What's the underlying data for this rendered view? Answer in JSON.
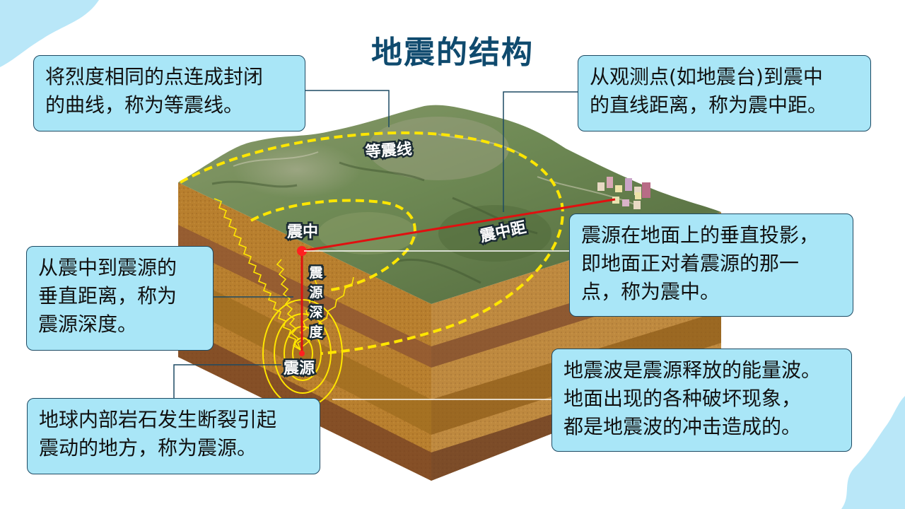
{
  "title": "地震的结构",
  "callouts": {
    "isoseismal": {
      "line1": "将烈度相同的点连成封闭",
      "line2": "的曲线，称为等震线。"
    },
    "epicentral_distance": {
      "line1": "从观测点(如地震台)到震中",
      "line2": "的直线距离，称为震中距。"
    },
    "epicenter": {
      "line1": "震源在地面上的垂直投影，",
      "line2": "即地面正对着震源的那一",
      "line3": "点，称为震中。"
    },
    "focal_depth": {
      "line1": "从震中到震源的",
      "line2": "垂直距离，称为",
      "line3": "震源深度。"
    },
    "seismic_wave": {
      "line1": "地震波是震源释放的能量波。",
      "line2": "地面出现的各种破坏现象，",
      "line3": "都是地震波的冲击造成的。"
    },
    "hypocenter": {
      "line1": "地球内部岩石发生断裂引起",
      "line2": "震动的地方，称为震源。"
    }
  },
  "labels": {
    "isoseismal_line": "等震线",
    "epicenter": "震中",
    "epicentral_distance": "震中距",
    "depth_1": "震",
    "depth_2": "源",
    "depth_3": "深",
    "depth_4": "度",
    "hypocenter": "震源"
  },
  "colors": {
    "title": "#0f4a6e",
    "callout_fill": "#a9e6f7",
    "callout_border": "#1d4a63",
    "isoseismal": "#ffe600",
    "distance_line": "#e01010",
    "decor_blob": "#b9e7f8"
  }
}
